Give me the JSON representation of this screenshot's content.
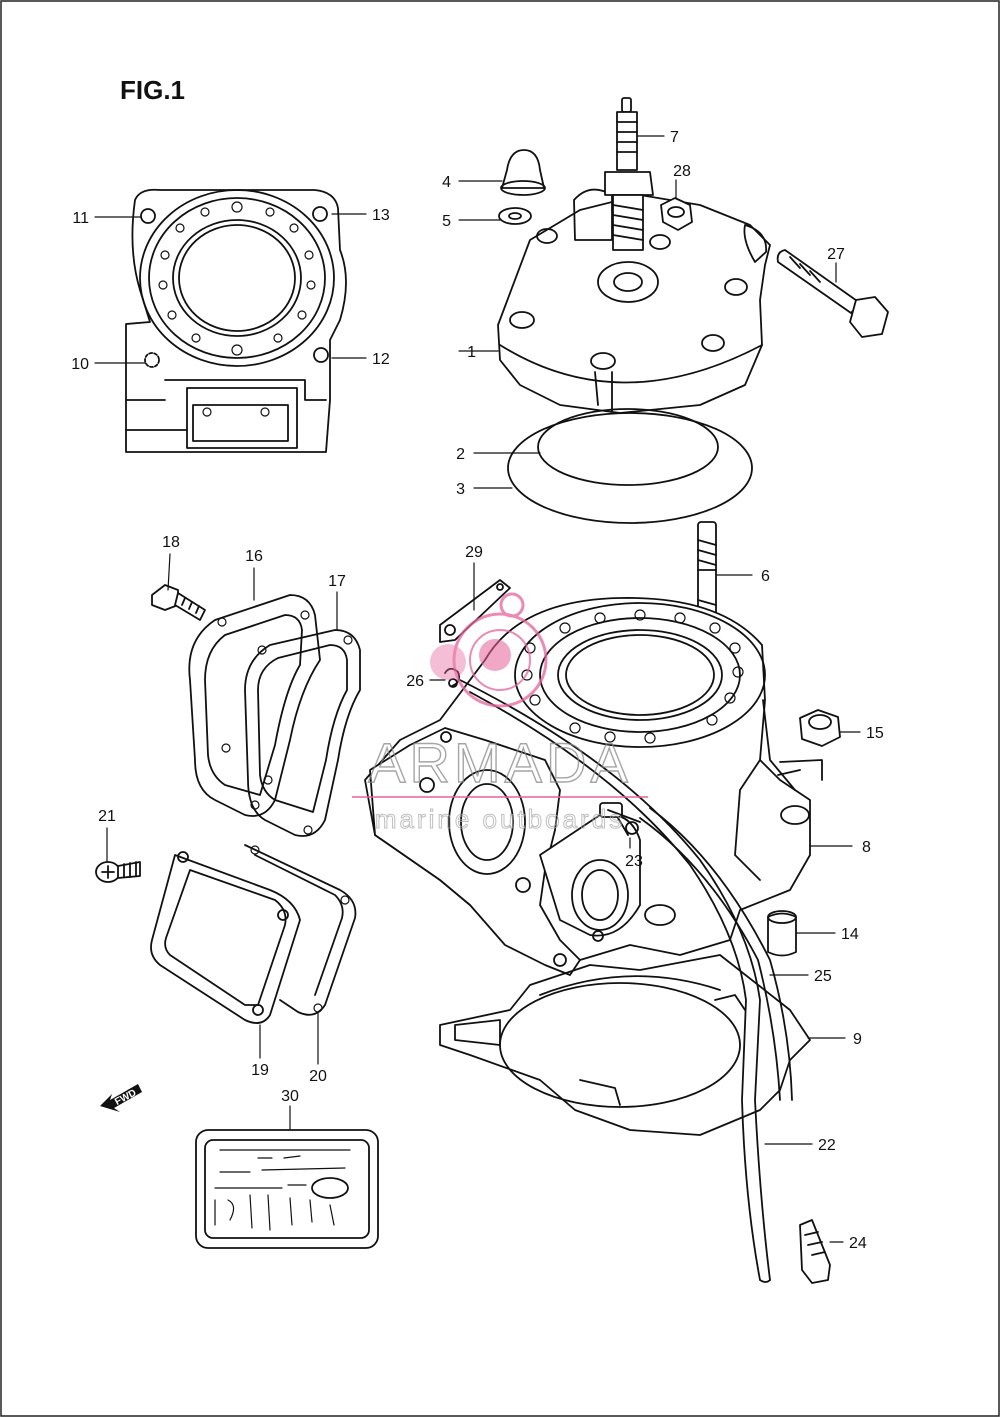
{
  "figure_title": "FIG.1",
  "watermark": {
    "brand": "ARMADA",
    "tagline": "marine outboards",
    "accent_color": "#e6639b"
  },
  "direction_marker": "FWD",
  "callouts": [
    {
      "id": "1",
      "label": "1"
    },
    {
      "id": "2",
      "label": "2"
    },
    {
      "id": "3",
      "label": "3"
    },
    {
      "id": "4",
      "label": "4"
    },
    {
      "id": "5",
      "label": "5"
    },
    {
      "id": "6",
      "label": "6"
    },
    {
      "id": "7",
      "label": "7"
    },
    {
      "id": "8",
      "label": "8"
    },
    {
      "id": "9",
      "label": "9"
    },
    {
      "id": "10",
      "label": "10"
    },
    {
      "id": "11",
      "label": "11"
    },
    {
      "id": "12",
      "label": "12"
    },
    {
      "id": "13",
      "label": "13"
    },
    {
      "id": "14",
      "label": "14"
    },
    {
      "id": "15",
      "label": "15"
    },
    {
      "id": "16",
      "label": "16"
    },
    {
      "id": "17",
      "label": "17"
    },
    {
      "id": "18",
      "label": "18"
    },
    {
      "id": "19",
      "label": "19"
    },
    {
      "id": "20",
      "label": "20"
    },
    {
      "id": "21",
      "label": "21"
    },
    {
      "id": "22",
      "label": "22"
    },
    {
      "id": "23",
      "label": "23"
    },
    {
      "id": "24",
      "label": "24"
    },
    {
      "id": "25",
      "label": "25"
    },
    {
      "id": "26",
      "label": "26"
    },
    {
      "id": "27",
      "label": "27"
    },
    {
      "id": "28",
      "label": "28"
    },
    {
      "id": "29",
      "label": "29"
    },
    {
      "id": "30",
      "label": "30"
    }
  ]
}
